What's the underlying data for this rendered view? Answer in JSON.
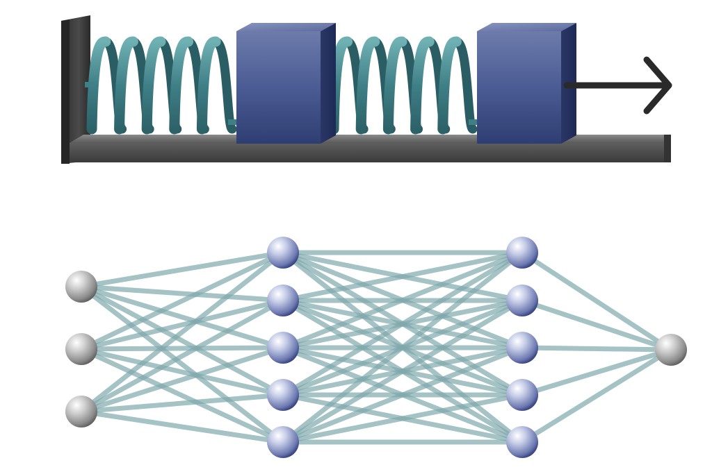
{
  "figure": {
    "top_panel": {
      "wall_color": "#3b3b3b",
      "floor_color": "#5e5e5e",
      "spring_color": "#4f8f94",
      "block_color": "#3f5087",
      "arrow_color": "#2a2a2a",
      "spring_count": 2,
      "block_count": 2,
      "spring_turns": 5
    },
    "bottom_panel": {
      "layers": [
        {
          "nodes": 3,
          "color": "gray"
        },
        {
          "nodes": 5,
          "color": "blue"
        },
        {
          "nodes": 5,
          "color": "blue"
        },
        {
          "nodes": 1,
          "color": "gray"
        }
      ],
      "connection_type": "fully-connected",
      "edge_color": "#7fa8ad",
      "node_gray": "#a8a8a8",
      "node_blue": "#5c6aa6"
    }
  }
}
